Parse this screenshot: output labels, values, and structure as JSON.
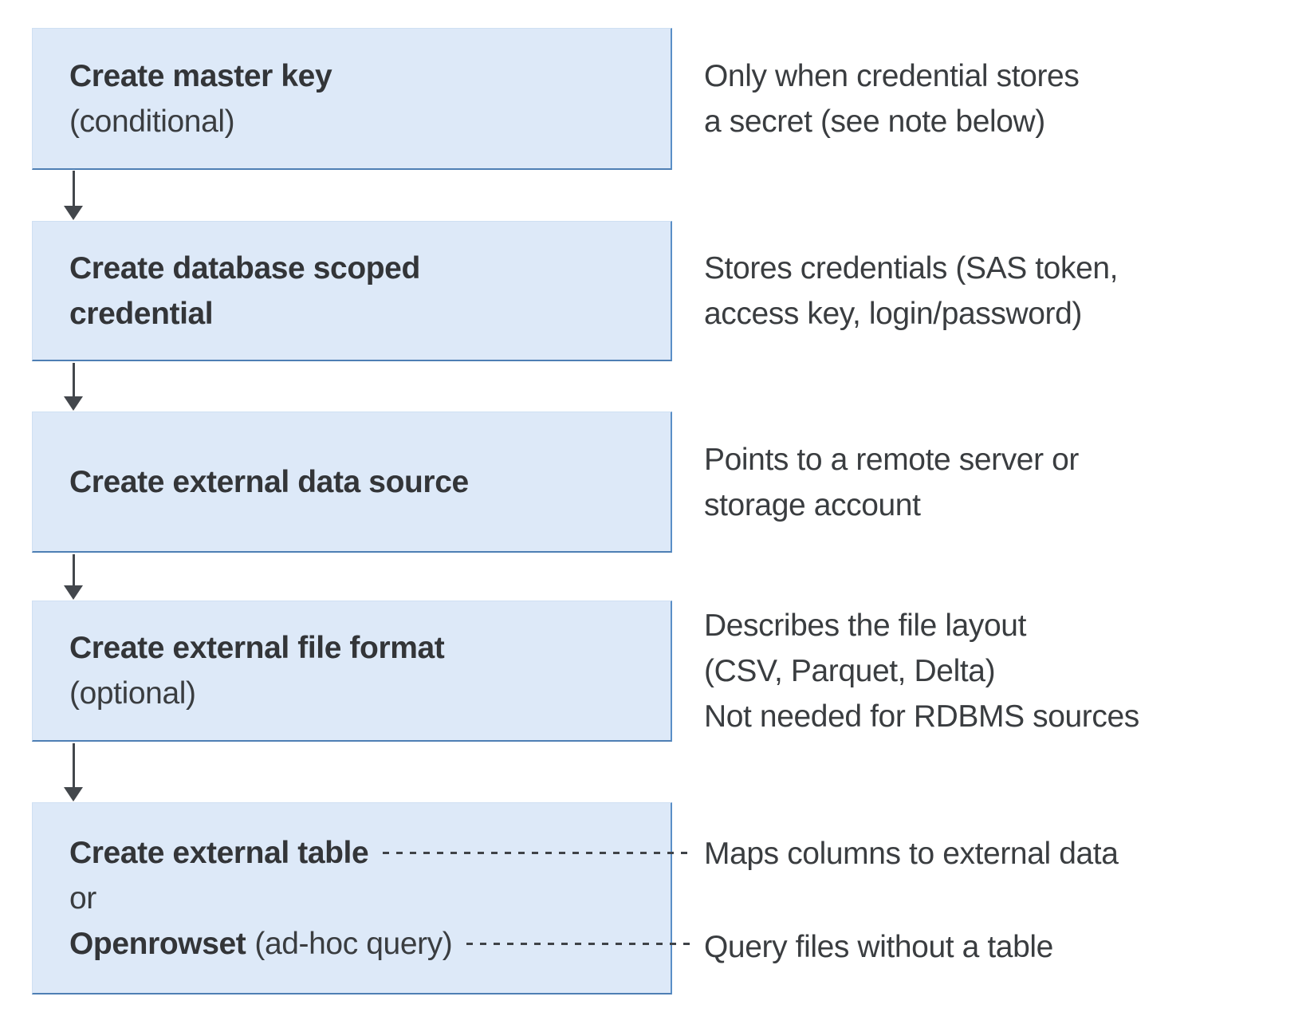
{
  "colors": {
    "background": "#ffffff",
    "box_fill": "#dde9f8",
    "box_border_strong": "#4e7fb4",
    "box_border_light": "#cfe0f3",
    "text": "#3a3d40",
    "arrow": "#43474c"
  },
  "boxes": {
    "box1": {
      "title": "Create master key",
      "qualifier": "(conditional)"
    },
    "box2": {
      "title_line1": "Create database scoped",
      "title_line2": "credential"
    },
    "box3": {
      "title": "Create external data source"
    },
    "box4": {
      "title": "Create external file format",
      "qualifier": "(optional)"
    },
    "box5": {
      "option1": "Create external table",
      "conjunction": "or",
      "option2_bold": "Openrowset",
      "option2_rest": "(ad-hoc query)"
    }
  },
  "annotations": {
    "note1_line1": "Only when credential stores",
    "note1_line2": "a secret (see note below)",
    "note2_line1": "Stores credentials (SAS token,",
    "note2_line2": "access key, login/password)",
    "note3_line1": "Points to a remote server or",
    "note3_line2": "storage account",
    "note4_line1": "Describes the file layout",
    "note4_line2": "(CSV, Parquet, Delta)",
    "note4_line3": "Not needed for RDBMS sources",
    "note5_line1": "Maps columns to external data",
    "note5_line2": "Query files without a table"
  }
}
